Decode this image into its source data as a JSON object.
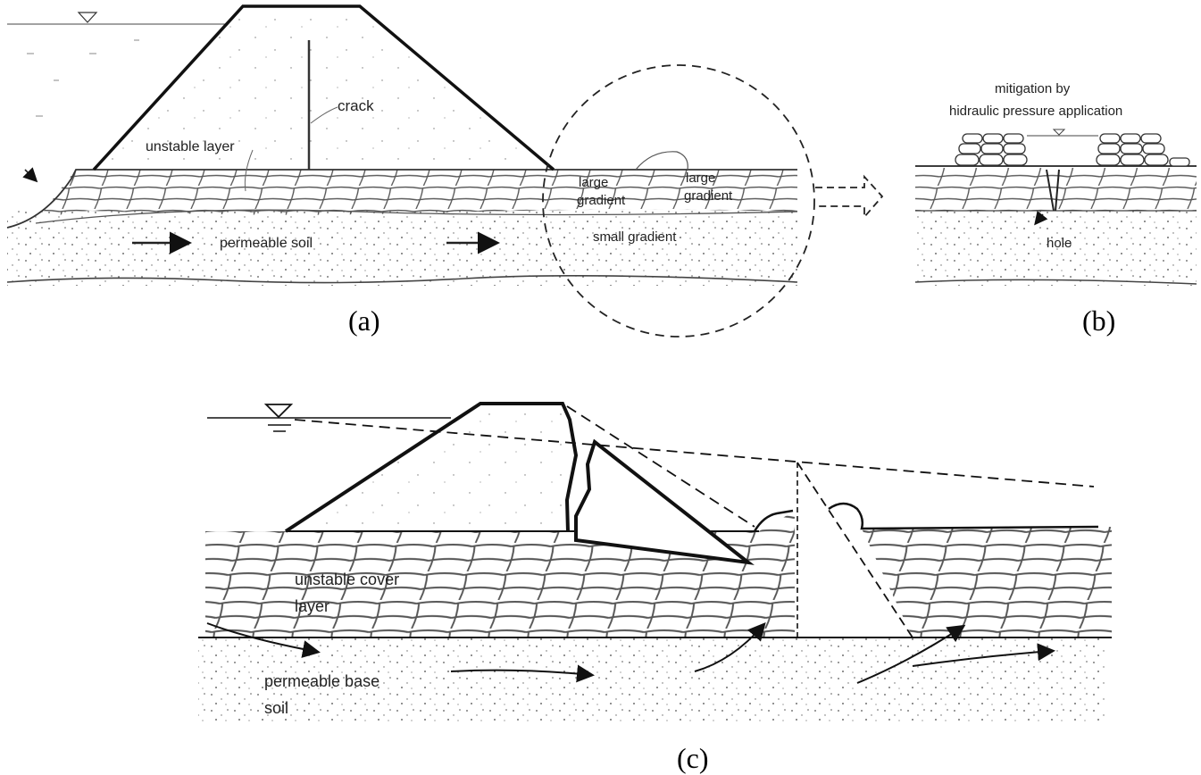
{
  "panel_a": {
    "crack": "crack",
    "unstable_layer": "unstable layer",
    "permeable_soil": "permeable soil",
    "large_gradient_1_l1": "large",
    "large_gradient_1_l2": "gradient",
    "large_gradient_2_l1": "large",
    "large_gradient_2_l2": "gradient",
    "small_gradient": "small gradient",
    "caption": "(a)"
  },
  "panel_b": {
    "title_l1": "mitigation by",
    "title_l2": "hidraulic pressure application",
    "hole": "hole",
    "caption": "(b)"
  },
  "panel_c": {
    "unstable_cover_l1": "unstable cover",
    "unstable_cover_l2": "layer",
    "permeable_base_l1": "permeable base",
    "permeable_base_l2": "soil",
    "caption": "(c)"
  }
}
